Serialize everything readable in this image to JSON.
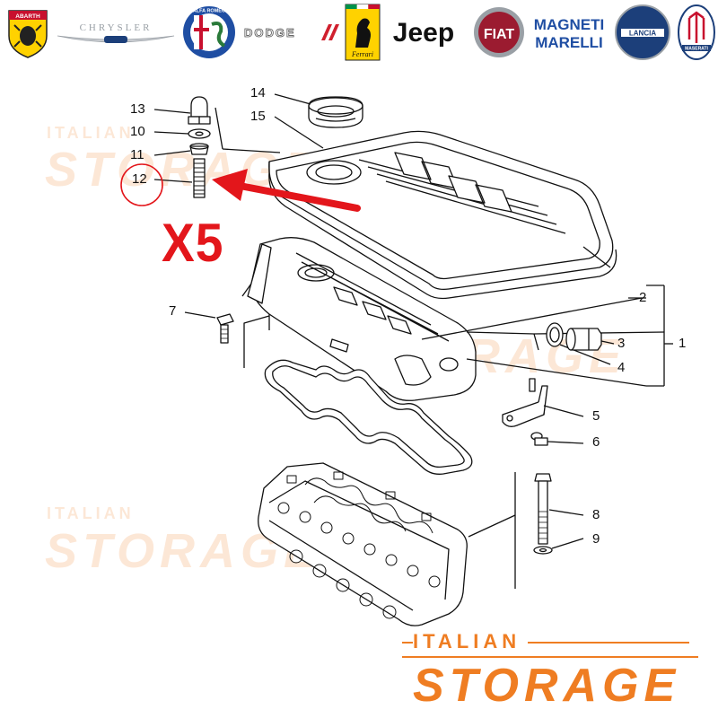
{
  "brands": [
    {
      "id": "abarth",
      "label": "ABARTH"
    },
    {
      "id": "chrysler",
      "label": "CHRYSLER"
    },
    {
      "id": "alfa-romeo",
      "label": "ALFA ROMEO"
    },
    {
      "id": "dodge",
      "label": "DODGE"
    },
    {
      "id": "ferrari",
      "label": "Ferrari"
    },
    {
      "id": "jeep",
      "label": "Jeep"
    },
    {
      "id": "fiat",
      "label": "FIAT"
    },
    {
      "id": "magneti-marelli",
      "label": "MAGNETI MARELLI"
    },
    {
      "id": "lancia",
      "label": "LANCIA"
    },
    {
      "id": "maserati",
      "label": "MASERATI"
    }
  ],
  "callouts": {
    "c1": "1",
    "c2": "2",
    "c3": "3",
    "c4": "4",
    "c5": "5",
    "c6": "6",
    "c7": "7",
    "c8": "8",
    "c9": "9",
    "c10": "10",
    "c11": "11",
    "c12": "12",
    "c13": "13",
    "c14": "14",
    "c15": "15"
  },
  "highlight": {
    "part": "12",
    "quantity_label": "X5",
    "color": "#e3161b"
  },
  "watermark": {
    "line1": "ITALIAN",
    "line2": "STORAGE"
  },
  "logo": {
    "line1": "ITALIAN",
    "line2": "STORAGE",
    "color": "#ef7d22"
  }
}
